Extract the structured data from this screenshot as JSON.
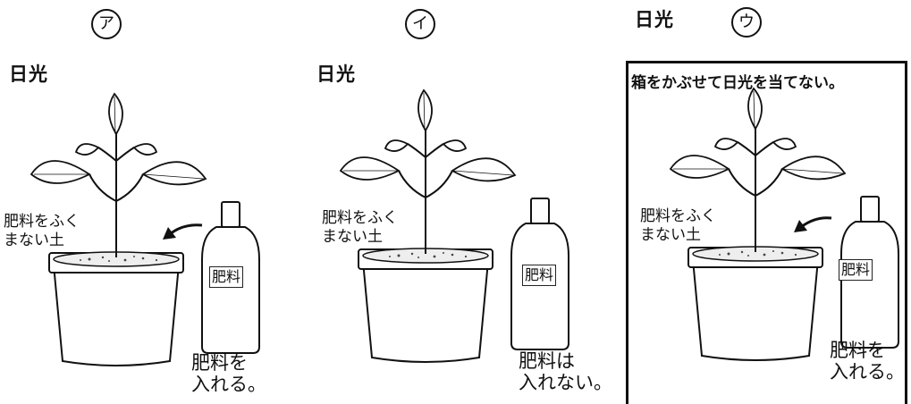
{
  "panels": [
    {
      "id": "a",
      "marker": "ア",
      "sunlight": "日光",
      "soil": [
        "肥料をふく",
        "まない土"
      ],
      "bottle": "肥料",
      "fertilizer": [
        "肥料を",
        "入れる。"
      ]
    },
    {
      "id": "b",
      "marker": "イ",
      "sunlight": "日光",
      "soil": [
        "肥料をふく",
        "まない土"
      ],
      "bottle": "肥料",
      "fertilizer": [
        "肥料は",
        "入れない。"
      ]
    },
    {
      "id": "c",
      "marker": "ウ",
      "sunlight": "日光",
      "box_caption": "箱をかぶせて日光を当てない。",
      "soil": [
        "肥料をふく",
        "まない土"
      ],
      "bottle": "肥料",
      "fertilizer": [
        "肥料を",
        "入れる。"
      ]
    }
  ]
}
